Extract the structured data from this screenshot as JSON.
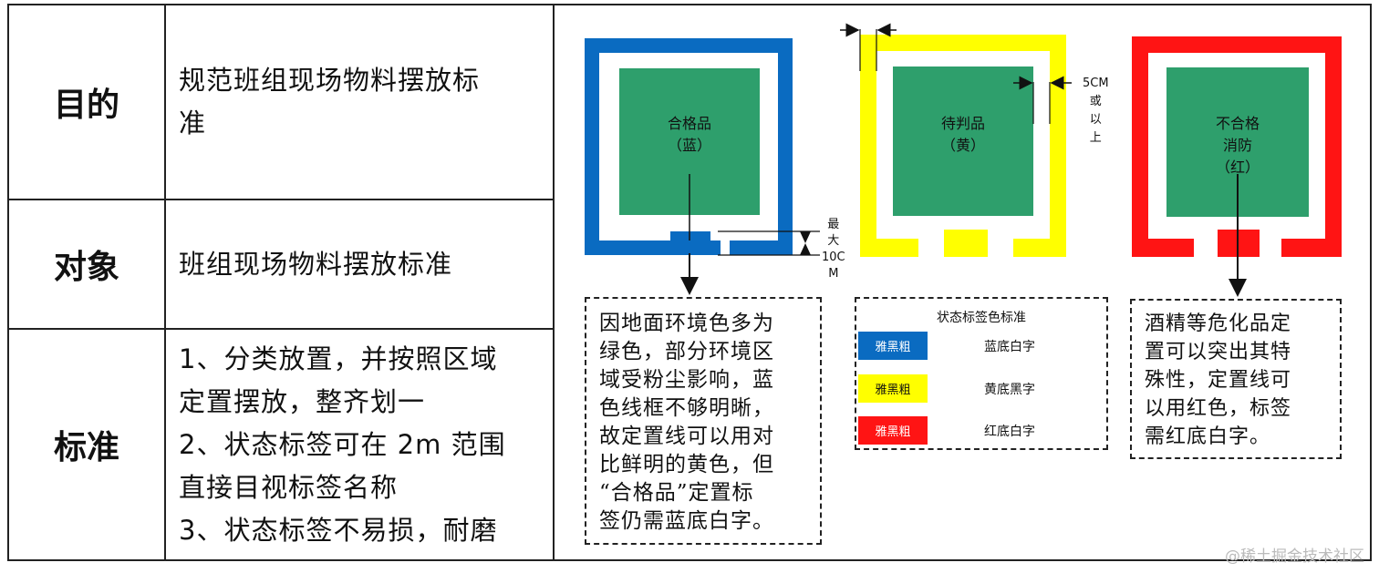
{
  "table": {
    "rows": [
      {
        "label": "目的",
        "lines": [
          "规范班组现场物料摆放标",
          "准"
        ]
      },
      {
        "label": "对象",
        "lines": [
          "班组现场物料摆放标准"
        ]
      },
      {
        "label": "标准",
        "lines": [
          "1、分类放置，并按照区域",
          "定置摆放，整齐划一",
          "2、状态标签可在 2m 范围",
          "直接目视标签名称",
          "3、状态标签不易损，耐磨"
        ]
      }
    ]
  },
  "diagram": {
    "squares": [
      {
        "name": "blue",
        "color": "#0a6bc1",
        "lines": [
          "合格品",
          "（蓝）"
        ]
      },
      {
        "name": "yellow",
        "color": "#ffff00",
        "lines": [
          "待判品",
          "（黄）"
        ]
      },
      {
        "name": "red",
        "color": "#ff1414",
        "lines": [
          "不合格",
          "消防",
          "（红）"
        ]
      }
    ],
    "inner_color": "#2e9f6c",
    "dimension_max": [
      "最",
      "大",
      "10C",
      "M"
    ],
    "dimension_5cm": [
      "5CM",
      "或",
      "以",
      "上"
    ],
    "note_blue": [
      "因地面环境色多为",
      "绿色，部分环境区",
      "域受粉尘影响，蓝",
      "色线框不够明晰，",
      "故定置线可以用对",
      "比鲜明的黄色，但",
      "“合格品”定置标",
      "签仍需蓝底白字。"
    ],
    "note_red": [
      "酒精等危化品定",
      "置可以突出其特",
      "殊性，定置线可",
      "以用红色，标签",
      "需红底白字。"
    ],
    "legend": {
      "title": "状态标签色标准",
      "items": [
        {
          "chip": "雅黑粗",
          "chip_color": "#0a6bc1",
          "chip_text_color": "#ffffff",
          "desc": "蓝底白字"
        },
        {
          "chip": "雅黑粗",
          "chip_color": "#ffff00",
          "chip_text_color": "#111111",
          "desc": "黄底黑字"
        },
        {
          "chip": "雅黑粗",
          "chip_color": "#ff1414",
          "chip_text_color": "#ffffff",
          "desc": "红底白字"
        }
      ]
    }
  },
  "watermark": "@稀土掘金技术社区"
}
